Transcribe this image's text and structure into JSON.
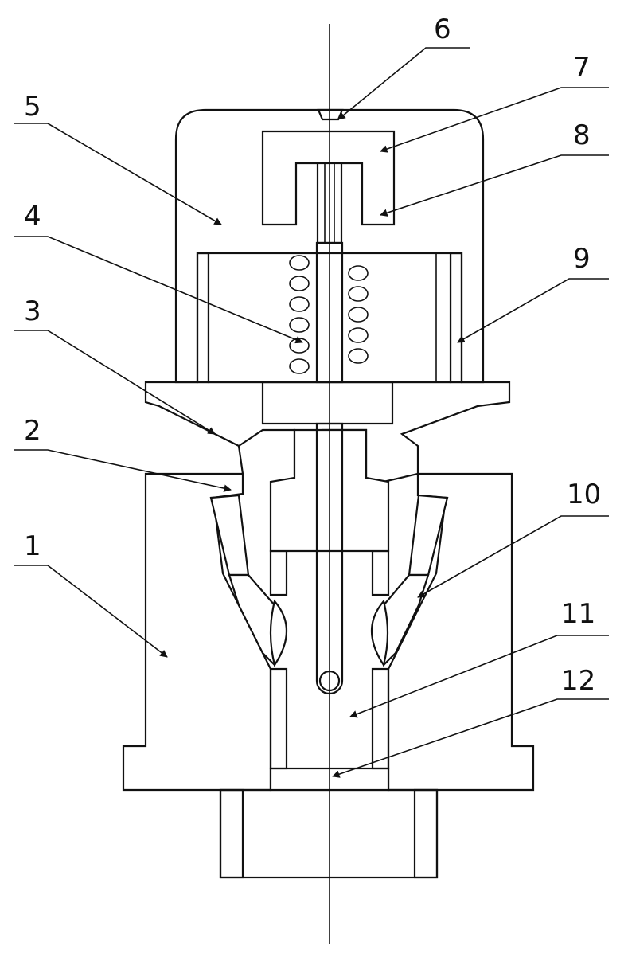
{
  "figure": {
    "callouts": [
      {
        "id": "1",
        "label": "1"
      },
      {
        "id": "2",
        "label": "2"
      },
      {
        "id": "3",
        "label": "3"
      },
      {
        "id": "4",
        "label": "4"
      },
      {
        "id": "5",
        "label": "5"
      },
      {
        "id": "6",
        "label": "6"
      },
      {
        "id": "7",
        "label": "7"
      },
      {
        "id": "8",
        "label": "8"
      },
      {
        "id": "9",
        "label": "9"
      },
      {
        "id": "10",
        "label": "10"
      },
      {
        "id": "11",
        "label": "11"
      },
      {
        "id": "12",
        "label": "12"
      }
    ],
    "colors": {
      "line": "#111111",
      "background": "#ffffff"
    }
  }
}
